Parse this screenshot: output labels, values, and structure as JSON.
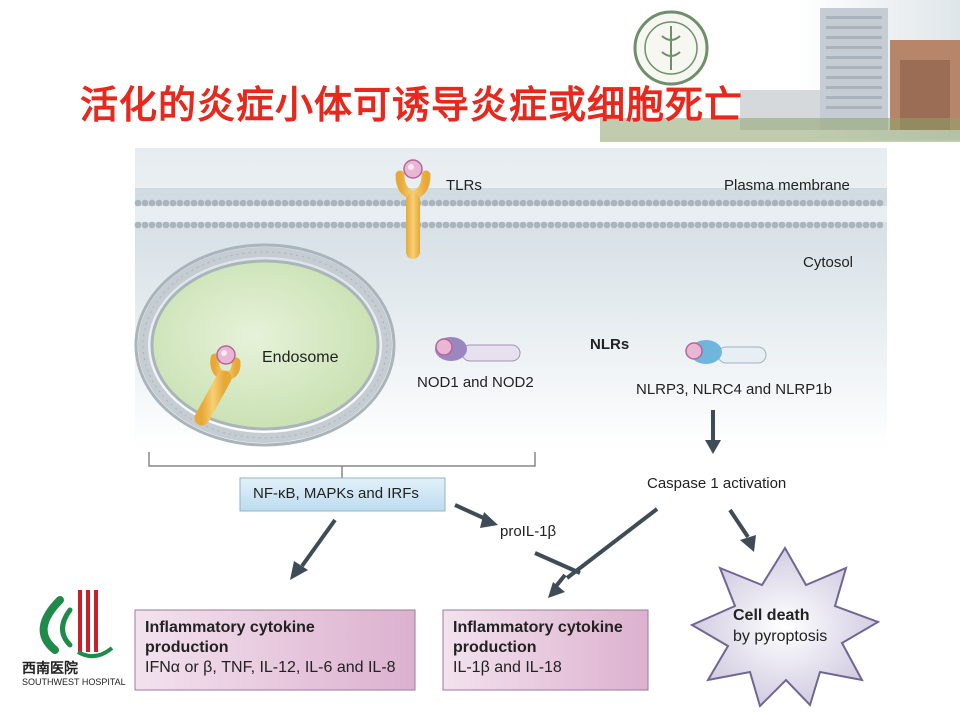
{
  "slide": {
    "title": "活化的炎症小体可诱导炎症或细胞死亡"
  },
  "diagram": {
    "tlrs_label": "TLRs",
    "plasma_membrane_label": "Plasma membrane",
    "cytosol_label": "Cytosol",
    "endosome_label": "Endosome",
    "nlrs_label": "NLRs",
    "nod_label": "NOD1 and NOD2",
    "nlrp_label": "NLRP3, NLRC4 and NLRP1b",
    "nfkb_label": "NF-κB, MAPKs and IRFs",
    "caspase_label": "Caspase 1 activation",
    "proil_label": "proIL-1β",
    "box_left": {
      "title": "Inflammatory cytokine",
      "title2": "production",
      "detail": "IFNα or β, TNF, IL-12, IL-6 and IL-8"
    },
    "box_middle": {
      "title": "Inflammatory cytokine",
      "title2": "production",
      "detail": "IL-1β and IL-18"
    },
    "cell_death": {
      "title": "Cell death",
      "detail": "by pyroptosis"
    }
  },
  "logo": {
    "name": "西南医院",
    "subtitle": "SOUTHWEST HOSPITAL",
    "accent_red": "#c8202a",
    "accent_green": "#1f8a4a"
  },
  "colors": {
    "title_red": "#e8281c",
    "receptor_orange": "#f2b94a",
    "ligand_pink": "#e9b6d4",
    "endosome_green": "#d7ebc4",
    "purple_box": "#e7c6dd",
    "light_blue_box": "#cfe6f4"
  }
}
